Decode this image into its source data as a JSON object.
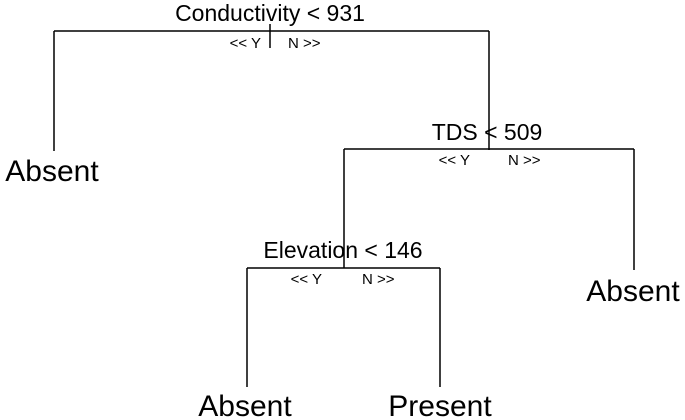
{
  "tree": {
    "root": {
      "split": "Conductivity < 931",
      "yes_label": "<< Y",
      "no_label": "N >>"
    },
    "node_tds": {
      "split": "TDS < 509",
      "yes_label": "<< Y",
      "no_label": "N >>"
    },
    "node_elevation": {
      "split": "Elevation < 146",
      "yes_label": "<< Y",
      "no_label": "N >>"
    },
    "leaves": {
      "root_yes": "Absent",
      "tds_no": "Absent",
      "elevation_yes": "Absent",
      "elevation_no": "Present"
    }
  }
}
